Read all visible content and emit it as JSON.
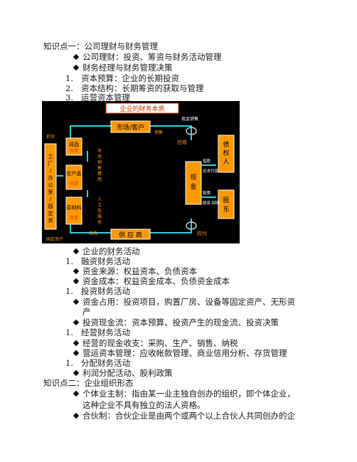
{
  "section1": {
    "title": "知识点一：公司理财与财务管理",
    "bullets": [
      "公司理财：投资、筹资与财务活动管理",
      "财务经理与财务管理决策"
    ],
    "numbered": [
      {
        "n": "1.",
        "text": "资本预算：企业的长期投资"
      },
      {
        "n": "2.",
        "text": "资本结构：长期筹资的获取与管理"
      },
      {
        "n": "3.",
        "text": "运营资本管理"
      }
    ]
  },
  "diagram": {
    "title": "企业的财务本质",
    "market": "市场/客户",
    "supplier": "供 应 商",
    "cash": "现\n金",
    "creditor": "债\n权\n人",
    "shareholder": "股\n东",
    "factory": "工厂\n/\n办公室\n/\n固定资产",
    "finished": "成品",
    "wip": "在产品",
    "raw": "原材料",
    "labels": {
      "cash_sales": "现金销售",
      "sales": "销售",
      "receivable": "应收",
      "payable": "应付",
      "depreciation": "折旧",
      "purchase": "采购",
      "fixed_asset": "固定资产",
      "market_sales_expense": "市场销售费用",
      "labor_service": "人工及服务",
      "borrow": "借款",
      "repay": "还本付息",
      "stock": "股票",
      "dividend": "股息·回购",
      "finished_sub": "存货",
      "wip_sub": "存货",
      "raw_sub": "存货"
    }
  },
  "section1b": {
    "items": [
      {
        "kind": "bullet",
        "text": "企业的财务活动"
      },
      {
        "kind": "num",
        "n": "1.",
        "text": "融资财务活动"
      },
      {
        "kind": "bullet",
        "text": "资金来源：权益资本、负债资本"
      },
      {
        "kind": "bullet",
        "text": "资金成本：权益资金成本、负债资金成本"
      },
      {
        "kind": "num",
        "n": "1.",
        "text": "投资财务活动"
      },
      {
        "kind": "bullet",
        "text": "资金占用：投资项目，购置厂房、设备等固定资产、无形资"
      },
      {
        "kind": "cont",
        "text": "产"
      },
      {
        "kind": "bullet",
        "text": "投资现金流：资本预算、投资产生的现金流、投资决策"
      },
      {
        "kind": "num",
        "n": "1.",
        "text": "经营财务活动"
      },
      {
        "kind": "bullet",
        "text": "经营的现金收支：采购、生产、销售、纳税"
      },
      {
        "kind": "bullet",
        "text": "营运资本管理：应收帐款管理、商业信用分析、存货管理"
      },
      {
        "kind": "num",
        "n": "1.",
        "text": "分配财务活动"
      },
      {
        "kind": "bullet",
        "text": "利润分配活动、股利政策"
      }
    ]
  },
  "section2": {
    "title": "知识点二：企业组织形态",
    "items": [
      {
        "kind": "bullet",
        "text": "个体业主制：指由某一业主独自创办的组织，即个体企业，"
      },
      {
        "kind": "cont",
        "text": "这种企业不具有独立的法人资格。"
      },
      {
        "kind": "bullet",
        "text": "合伙制：合伙企业是由两个或两个以上合伙人共同创办的企"
      }
    ]
  }
}
